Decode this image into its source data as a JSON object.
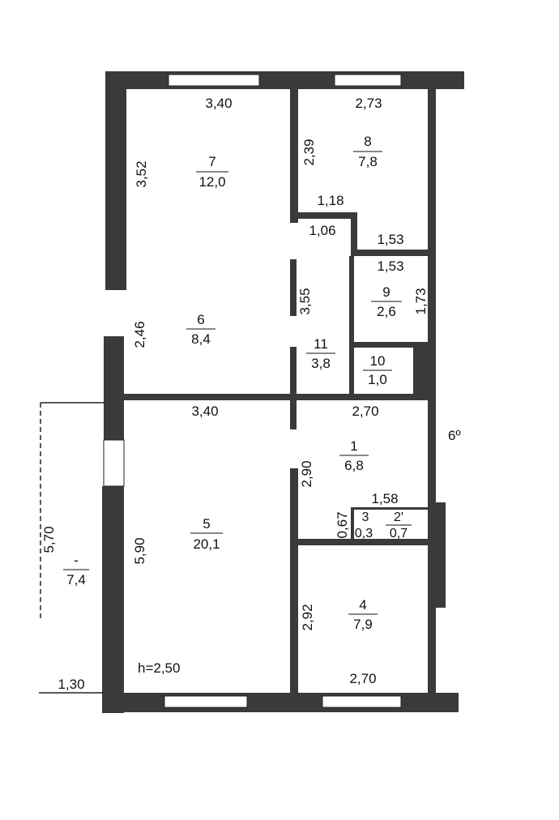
{
  "rooms": [
    {
      "number": "7",
      "area": "12,0"
    },
    {
      "number": "8",
      "area": "7,8"
    },
    {
      "number": "6",
      "area": "8,4"
    },
    {
      "number": "9",
      "area": "2,6"
    },
    {
      "number": "11",
      "area": "3,8"
    },
    {
      "number": "10",
      "area": "1,0"
    },
    {
      "number": "1",
      "area": "6,8"
    },
    {
      "number": "3",
      "area": "0,3"
    },
    {
      "number": "2'",
      "area": "0,7"
    },
    {
      "number": "5",
      "area": "20,1"
    },
    {
      "number": "4",
      "area": "7,9"
    },
    {
      "number": "-",
      "area": "7,4"
    }
  ],
  "dimensions": {
    "top_left_width": "3,40",
    "top_right_width": "2,73",
    "room7_height": "3,52",
    "room8_height": "2,39",
    "corridor_top": "1,18",
    "corridor_width": "1,06",
    "room8_bottom": "1,53",
    "room9_top": "1,53",
    "room9_height": "1,73",
    "room11_height": "3,55",
    "room6_height": "2,46",
    "mid_left_width": "3,40",
    "mid_right_width": "2,70",
    "room1_height": "2,90",
    "bath_width": "1,58",
    "bath_height": "0,67",
    "room5_height": "5,90",
    "room4_height": "2,92",
    "bottom_right_width": "2,70",
    "balcony_height": "5,70",
    "balcony_width": "1,30"
  },
  "ceiling_height": "h=2,50",
  "misc_mark": "6º"
}
